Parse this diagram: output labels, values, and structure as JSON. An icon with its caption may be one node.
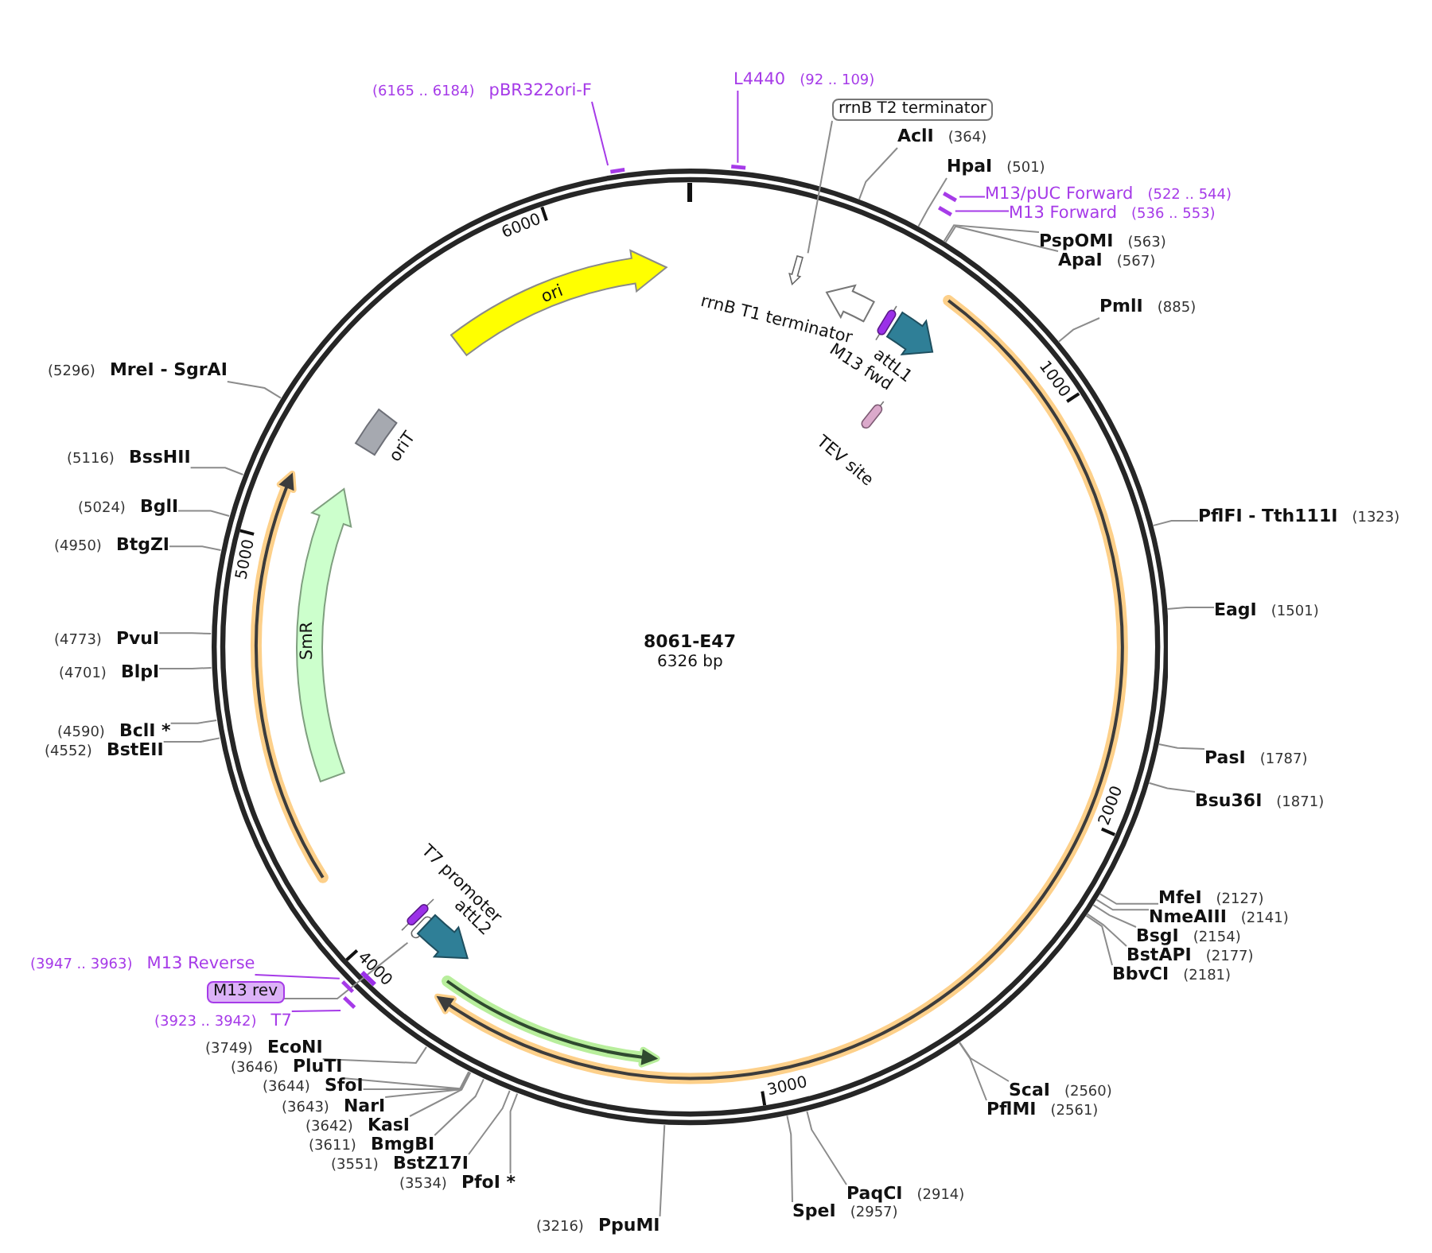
{
  "diagram": {
    "nodes": [
      {
        "text": [
          "8061-E47",
          "6326 bp"
        ]
      },
      {
        "text": [
          "(6165 .. 6184)",
          "pBR322ori-F"
        ]
      },
      {
        "text": [],
        "shape": "bar"
      },
      {
        "text": [
          "L4440",
          "(92 .. 109)"
        ]
      },
      {
        "text": [],
        "shape": "bar"
      },
      {
        "text": [
          "rrnB T2 terminator"
        ]
      },
      {
        "text": [
          "AclI",
          "(364)"
        ]
      },
      {
        "text": [
          "HpaI",
          "(501)"
        ]
      },
      {
        "text": [
          "M13/pUC Forward",
          "(522 .. 544)"
        ]
      },
      {
        "text": [],
        "shape": "bar"
      },
      {
        "text": [
          "M13 Forward",
          "(536 .. 553)"
        ]
      },
      {
        "text": [],
        "shape": "bar"
      },
      {
        "text": [
          "PspOMI",
          "(563)"
        ]
      },
      {
        "text": [
          "ApaI",
          "(567)"
        ]
      },
      {
        "text": [
          "PmlI",
          "(885)"
        ]
      },
      {
        "text": [
          "PflFI - Tth111I",
          "(1323)"
        ]
      },
      {
        "text": [
          "EagI",
          "(1501)"
        ]
      },
      {
        "text": [
          "PasI",
          "(1787)"
        ]
      },
      {
        "text": [
          "Bsu36I",
          "(1871)"
        ]
      },
      {
        "text": [
          "MfeI",
          "(2127)"
        ]
      },
      {
        "text": [
          "NmeAIII",
          "(2141)"
        ]
      },
      {
        "text": [
          "BsgI",
          "(2154)"
        ]
      },
      {
        "text": [
          "BstAPI",
          "(2177)"
        ]
      },
      {
        "text": [
          "BbvCI",
          "(2181)"
        ]
      },
      {
        "text": [
          "ScaI",
          "(2560)"
        ]
      },
      {
        "text": [
          "PflMI",
          "(2561)"
        ]
      },
      {
        "text": [
          "PaqCI",
          "(2914)"
        ]
      },
      {
        "text": [
          "SpeI",
          "(2957)"
        ]
      },
      {
        "text": [
          "(3216)",
          "PpuMI"
        ]
      },
      {
        "text": [
          "(3534)",
          "PfoI *"
        ]
      },
      {
        "text": [
          "(3551)",
          "BstZ17I"
        ]
      },
      {
        "text": [
          "(3611)",
          "BmgBI"
        ]
      },
      {
        "text": [
          "(3642)",
          "KasI"
        ]
      },
      {
        "text": [
          "(3643)",
          "NarI"
        ]
      },
      {
        "text": [
          "(3644)",
          "SfoI"
        ]
      },
      {
        "text": [
          "(3646)",
          "PluTI"
        ]
      },
      {
        "text": [
          "(3749)",
          "EcoNI"
        ]
      },
      {
        "text": [
          "(3947 .. 3963)",
          "M13 Reverse"
        ]
      },
      {
        "text": [],
        "shape": "bar"
      },
      {
        "text": [
          "M13 rev"
        ]
      },
      {
        "text": [
          "(3923 .. 3942)",
          "T7"
        ]
      },
      {
        "text": [],
        "shape": "bar"
      },
      {
        "text": [
          "(4552)",
          "BstEII"
        ]
      },
      {
        "text": [
          "(4590)",
          "BclI *"
        ]
      },
      {
        "text": [
          "(4701)",
          "BlpI"
        ]
      },
      {
        "text": [
          "(4773)",
          "PvuI"
        ]
      },
      {
        "text": [
          "(4950)",
          "BtgZI"
        ]
      },
      {
        "text": [
          "(5024)",
          "BglI"
        ]
      },
      {
        "text": [
          "(5116)",
          "BssHII"
        ]
      },
      {
        "text": [
          "(5296)",
          "MreI - SgrAI"
        ]
      },
      {
        "text": [
          "ori"
        ],
        "in": 0
      },
      {
        "text": [
          "oriT"
        ],
        "in": 0
      },
      {
        "text": [
          "SmR"
        ],
        "in": 0
      },
      {
        "text": [],
        "shape": "arrow",
        "in": 0
      },
      {
        "text": [
          "rrnB T1 terminator"
        ],
        "in": 0
      },
      {
        "text": [
          "M13 fwd"
        ],
        "in": 0
      },
      {
        "text": [
          "attL1"
        ],
        "in": 0
      },
      {
        "text": [
          "TEV site"
        ],
        "in": 0
      },
      {
        "text": [
          "T7 promoter"
        ],
        "in": 0
      },
      {
        "text": [],
        "shape": "bar",
        "in": 0
      },
      {
        "text": [],
        "shape": "bar",
        "in": 0
      },
      {
        "text": [
          "attL2"
        ],
        "in": 0
      }
    ],
    "edges": [
      {
        "from": 1,
        "to": 2,
        "arrow": "none",
        "color": "#a63be8"
      },
      {
        "from": 3,
        "to": 4,
        "arrow": "none",
        "color": "#a63be8"
      },
      {
        "from": 5,
        "to": 53,
        "arrow": "none"
      },
      {
        "from": 6,
        "to": 0,
        "arrow": "none"
      },
      {
        "from": 7,
        "to": 0,
        "arrow": "none"
      },
      {
        "from": 8,
        "to": 9,
        "arrow": "none",
        "color": "#a63be8"
      },
      {
        "from": 10,
        "to": 11,
        "arrow": "none",
        "color": "#a63be8"
      },
      {
        "from": 12,
        "to": 0,
        "arrow": "none"
      },
      {
        "from": 13,
        "to": 0,
        "arrow": "none"
      },
      {
        "from": 14,
        "to": 0,
        "arrow": "none"
      },
      {
        "from": 15,
        "to": 0,
        "arrow": "none"
      },
      {
        "from": 16,
        "to": 0,
        "arrow": "none"
      },
      {
        "from": 17,
        "to": 0,
        "arrow": "none"
      },
      {
        "from": 18,
        "to": 0,
        "arrow": "none"
      },
      {
        "from": 19,
        "to": 0,
        "arrow": "none"
      },
      {
        "from": 20,
        "to": 0,
        "arrow": "none"
      },
      {
        "from": 21,
        "to": 0,
        "arrow": "none"
      },
      {
        "from": 22,
        "to": 0,
        "arrow": "none"
      },
      {
        "from": 23,
        "to": 0,
        "arrow": "none"
      },
      {
        "from": 24,
        "to": 0,
        "arrow": "none"
      },
      {
        "from": 25,
        "to": 0,
        "arrow": "none"
      },
      {
        "from": 26,
        "to": 0,
        "arrow": "none"
      },
      {
        "from": 27,
        "to": 0,
        "arrow": "none"
      },
      {
        "from": 28,
        "to": 0,
        "arrow": "none"
      },
      {
        "from": 29,
        "to": 0,
        "arrow": "none"
      },
      {
        "from": 30,
        "to": 0,
        "arrow": "none"
      },
      {
        "from": 31,
        "to": 0,
        "arrow": "none"
      },
      {
        "from": 32,
        "to": 0,
        "arrow": "none"
      },
      {
        "from": 33,
        "to": 0,
        "arrow": "none"
      },
      {
        "from": 34,
        "to": 0,
        "arrow": "none"
      },
      {
        "from": 35,
        "to": 0,
        "arrow": "none"
      },
      {
        "from": 36,
        "to": 0,
        "arrow": "none"
      },
      {
        "from": 37,
        "to": 38,
        "arrow": "none",
        "color": "#a63be8"
      },
      {
        "from": 39,
        "to": 59,
        "arrow": "none"
      },
      {
        "from": 40,
        "to": 41,
        "arrow": "none",
        "color": "#a63be8"
      },
      {
        "from": 42,
        "to": 0,
        "arrow": "none"
      },
      {
        "from": 43,
        "to": 0,
        "arrow": "none"
      },
      {
        "from": 44,
        "to": 0,
        "arrow": "none"
      },
      {
        "from": 45,
        "to": 0,
        "arrow": "none"
      },
      {
        "from": 46,
        "to": 0,
        "arrow": "none"
      },
      {
        "from": 47,
        "to": 0,
        "arrow": "none"
      },
      {
        "from": 48,
        "to": 0,
        "arrow": "none"
      },
      {
        "from": 49,
        "to": 0,
        "arrow": "none"
      }
    ],
    "labels": [
      "6000",
      "1000",
      "5000",
      "2000",
      "4000",
      "3000"
    ]
  }
}
